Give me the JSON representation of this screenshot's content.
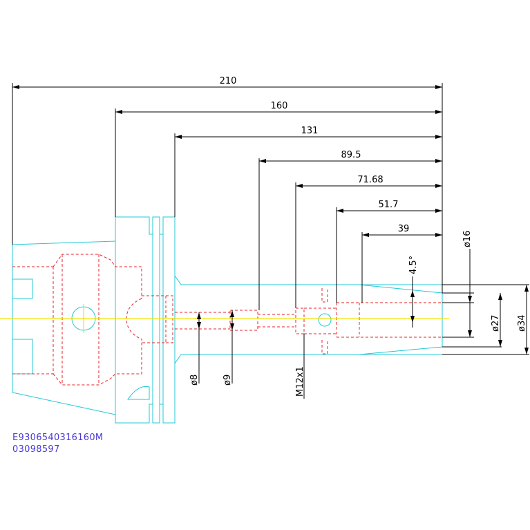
{
  "colors": {
    "outline": "#20c9d6",
    "hidden": "#e8202a",
    "centerline": "#f2e400",
    "dimension": "#000000",
    "code_text": "#4a3ad6"
  },
  "dimensions": {
    "overall_length": "210",
    "flange_length": "160",
    "body_length": "131",
    "bore_depth": "89.5",
    "thread_depth": "71.68",
    "cross_hole_depth": "51.7",
    "taper_length": "39",
    "taper_angle": "4.5°",
    "dia_16": "ø16",
    "dia_27": "ø27",
    "dia_34": "ø34",
    "dia_8": "ø8",
    "dia_9": "ø9",
    "thread": "M12x1"
  },
  "part_code": "E9306540316160M",
  "part_number": "03098597"
}
